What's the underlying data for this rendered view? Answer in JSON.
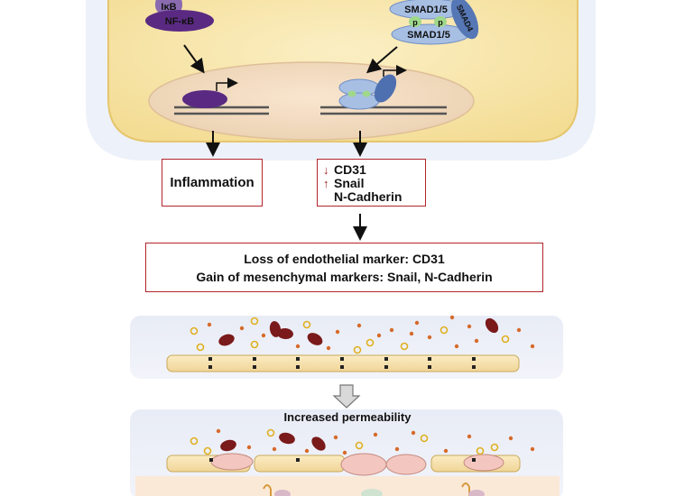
{
  "cell_top": {
    "ikb_label": "IκB",
    "nfkb_label": "NF-κB",
    "smad_top_label": "SMAD1/5",
    "smad_bottom_label": "SMAD1/5",
    "smad4_label": "SMAD4",
    "phospho_label": "p"
  },
  "outcome_inflammation": "Inflammation",
  "outcome_markers": {
    "items": [
      {
        "direction": "down",
        "arrow": "↓",
        "text": "CD31"
      },
      {
        "direction": "up",
        "arrow": "↑",
        "text": "Snail"
      },
      {
        "direction": "up",
        "arrow": "",
        "text": "N-Cadherin"
      }
    ]
  },
  "summary": {
    "line1": "Loss of endothelial marker: CD31",
    "line2": "Gain of mesenchymal markers: Snail, N-Cadherin"
  },
  "permeability_label": "Increased permeability",
  "colors": {
    "cell_fill": "#f7e6a8",
    "nucleus_fill": "#f2d9b8",
    "border_red": "#b3252b",
    "nfkb_purple": "#6a2f8f",
    "smad_blue": "#9fb6dc",
    "smad4_blue": "#5677b5",
    "phospho_green": "#a8d890",
    "blood_cell": "#7a1a1a"
  }
}
